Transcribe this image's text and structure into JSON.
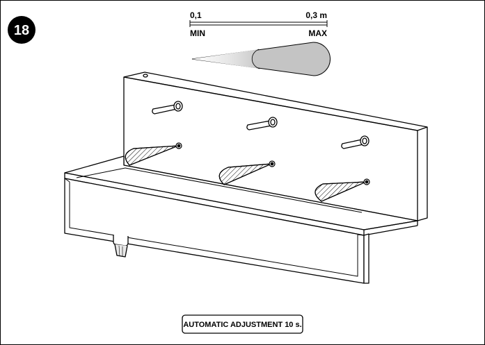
{
  "figure": {
    "number": "18"
  },
  "range_scale": {
    "min_value": "0,1",
    "max_value": "0,3 m",
    "min_label": "MIN",
    "max_label": "MAX"
  },
  "caption": {
    "text": "AUTOMATIC ADJUSTMENT 10 s."
  },
  "colors": {
    "line": "#000000",
    "beam_fill": "#bfbfbf",
    "beam_light": "#f2f2f2",
    "badge": "#000000"
  }
}
